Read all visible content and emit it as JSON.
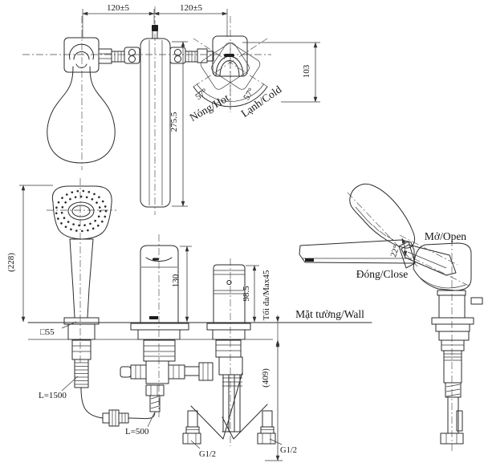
{
  "drawing": {
    "dimensions": {
      "top_left_span": "120±5",
      "top_right_span": "120±5",
      "handle_reach": "103",
      "spout_column_height": "275.5",
      "shower_height": "(228)",
      "spout_body_height": "130",
      "valve_body_height": "98.5",
      "deck_thickness_max": "Tối đa/Max45",
      "under_deck_depth": "(409)",
      "hot_swing_angle": "57°",
      "cold_swing_angle": "57°",
      "open_swing_angle": "22°",
      "escutcheon_size": "□55",
      "shower_hose_length": "L=1500",
      "connector_hose_length": "L=500",
      "supply_thread_left": "G1/2",
      "supply_thread_right": "G1/2"
    },
    "labels": {
      "hot": "Nóng/Hot",
      "cold": "Lạnh/Cold",
      "wall": "Mặt tường/Wall",
      "open": "Mở/Open",
      "close": "Đóng/Close"
    },
    "colors": {
      "line": "#2b2b2b",
      "background": "#ffffff"
    }
  }
}
